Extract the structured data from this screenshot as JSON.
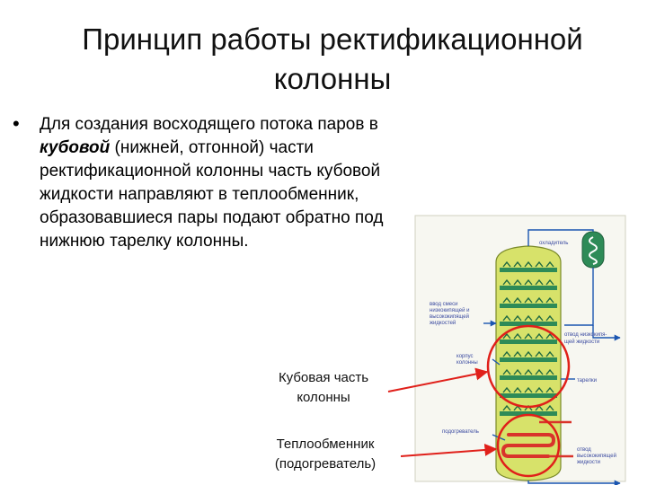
{
  "slide": {
    "title_line1": "Принцип работы ректификационной",
    "title_line2": "колонны",
    "bullet": {
      "text_before": "Для создания восходящего потока паров в ",
      "emphasis": "кубовой",
      "text_after": " (нижней, отгонной) части ректификационной колонны часть кубовой жидкости направляют в теплообменник, образовавшиеся пары подают обратно под нижнюю тарелку колонны."
    },
    "annotations": {
      "kubovaya_line1": "Кубовая часть",
      "kubovaya_line2": "колонны",
      "heat_line1": "Теплообменник",
      "heat_line2": "(подогреватель)"
    },
    "diagram_labels": {
      "condenser": "охладитель",
      "feed_1": "ввод смеси",
      "feed_2": "низкокипящей и",
      "feed_3": "высококипящей",
      "feed_4": "жидкостей",
      "outlet_low_1": "отвод низкокипя-",
      "outlet_low_2": "щей жидкости",
      "body_1": "корпус",
      "body_2": "колонны",
      "trays": "тарелки",
      "heater": "подогреватель",
      "outlet_high_1": "отвод",
      "outlet_high_2": "высококипящей",
      "outlet_high_3": "жидкости"
    },
    "colors": {
      "column_fill": "#d7e26a",
      "tray_green": "#2e8b57",
      "pipe_blue": "#1a55b0",
      "highlight_red": "#e0201a",
      "heater_red": "#d9342b"
    }
  }
}
